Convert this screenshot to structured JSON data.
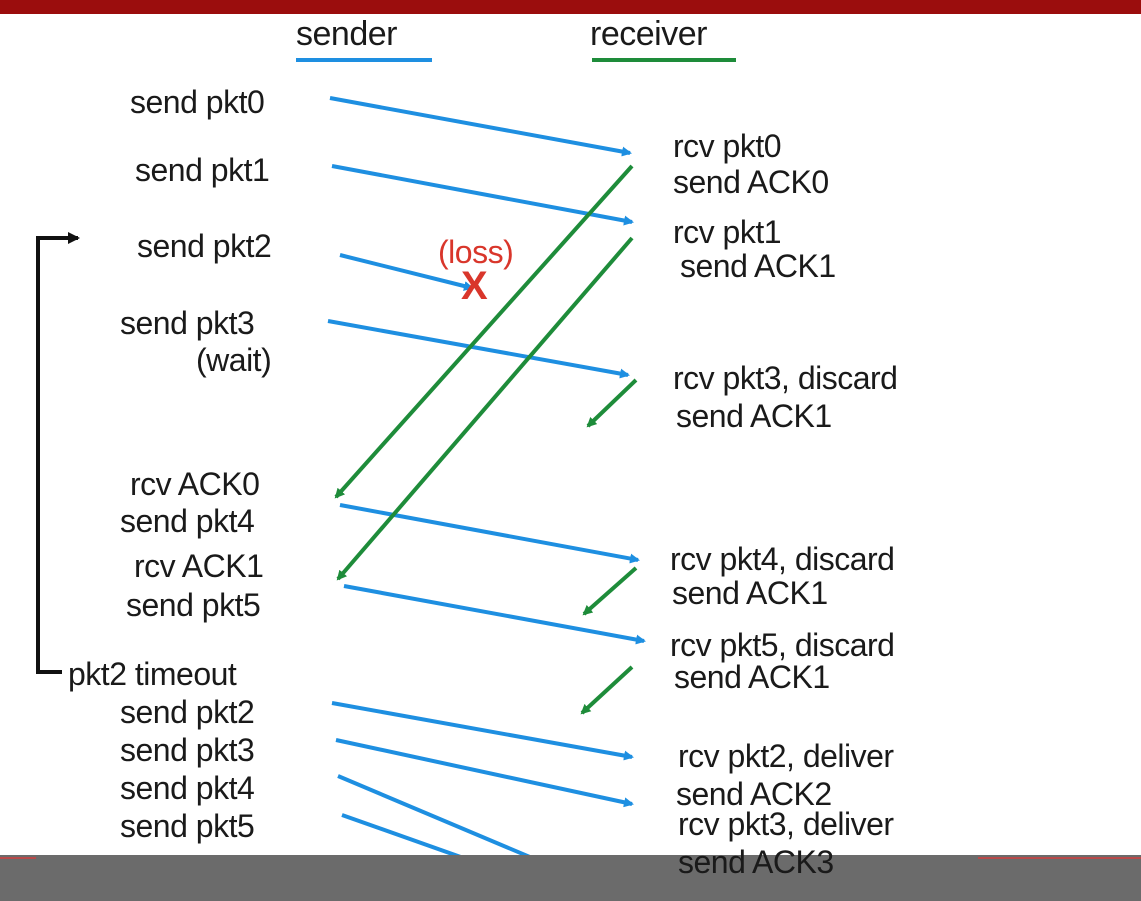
{
  "colors": {
    "sender_arrow": "#1e8fe1",
    "receiver_arrow": "#1e8c3a",
    "loss": "#d9362b",
    "top_bar": "#9b0d0d",
    "bottom_bar": "#6b6b6b"
  },
  "headers": {
    "sender": "sender",
    "receiver": "receiver"
  },
  "sender_events": [
    "send pkt0",
    "send pkt1",
    "send pkt2",
    "send pkt3",
    "(wait)",
    "rcv ACK0",
    "send pkt4",
    "rcv ACK1",
    "send pkt5",
    "pkt2 timeout",
    "send pkt2",
    "send pkt3",
    "send pkt4",
    "send pkt5"
  ],
  "receiver_events": [
    "rcv pkt0",
    "send ACK0",
    "rcv pkt1",
    "send ACK1",
    "rcv pkt3, discard",
    "send ACK1",
    "rcv pkt4, discard",
    "send ACK1",
    "rcv pkt5, discard",
    "send ACK1",
    "rcv pkt2, deliver",
    "send ACK2",
    "rcv pkt3, deliver",
    "send ACK3"
  ],
  "loss": {
    "label": "(loss)",
    "mark": "X"
  }
}
